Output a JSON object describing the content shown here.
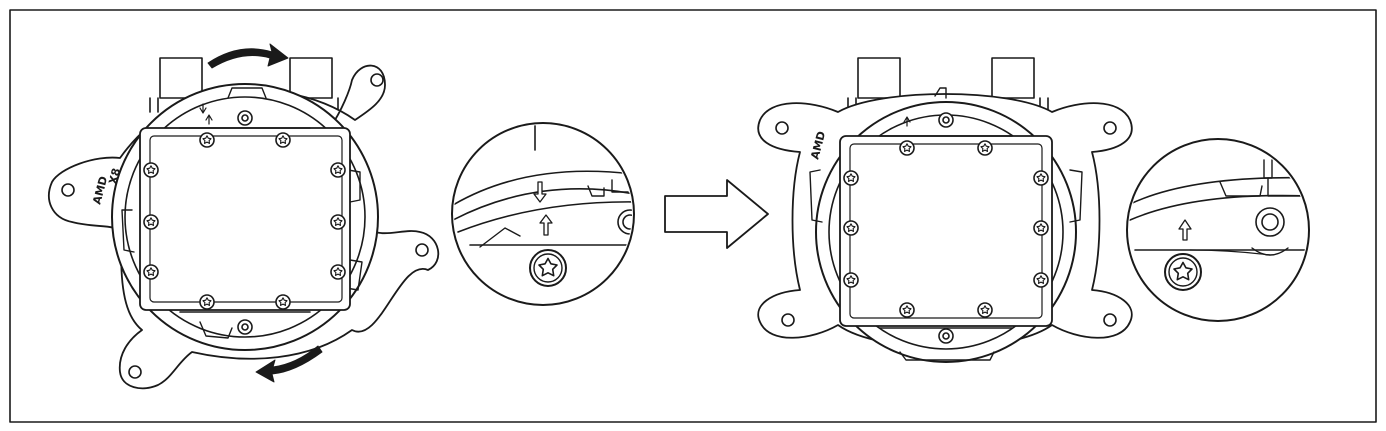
{
  "colors": {
    "line": "#1a1a1a",
    "fill": "#ffffff",
    "arrow": "#1a1a1a"
  },
  "icons": [
    "rotate-clockwise-arrow-icon",
    "rotate-counterclockwise-arrow-icon",
    "step-arrow-icon",
    "torx-screw-icon",
    "alignment-arrow-icon"
  ],
  "before": {
    "label_brand": "AMD",
    "label_model": "X8"
  },
  "after": {
    "label_brand": "AMD"
  }
}
